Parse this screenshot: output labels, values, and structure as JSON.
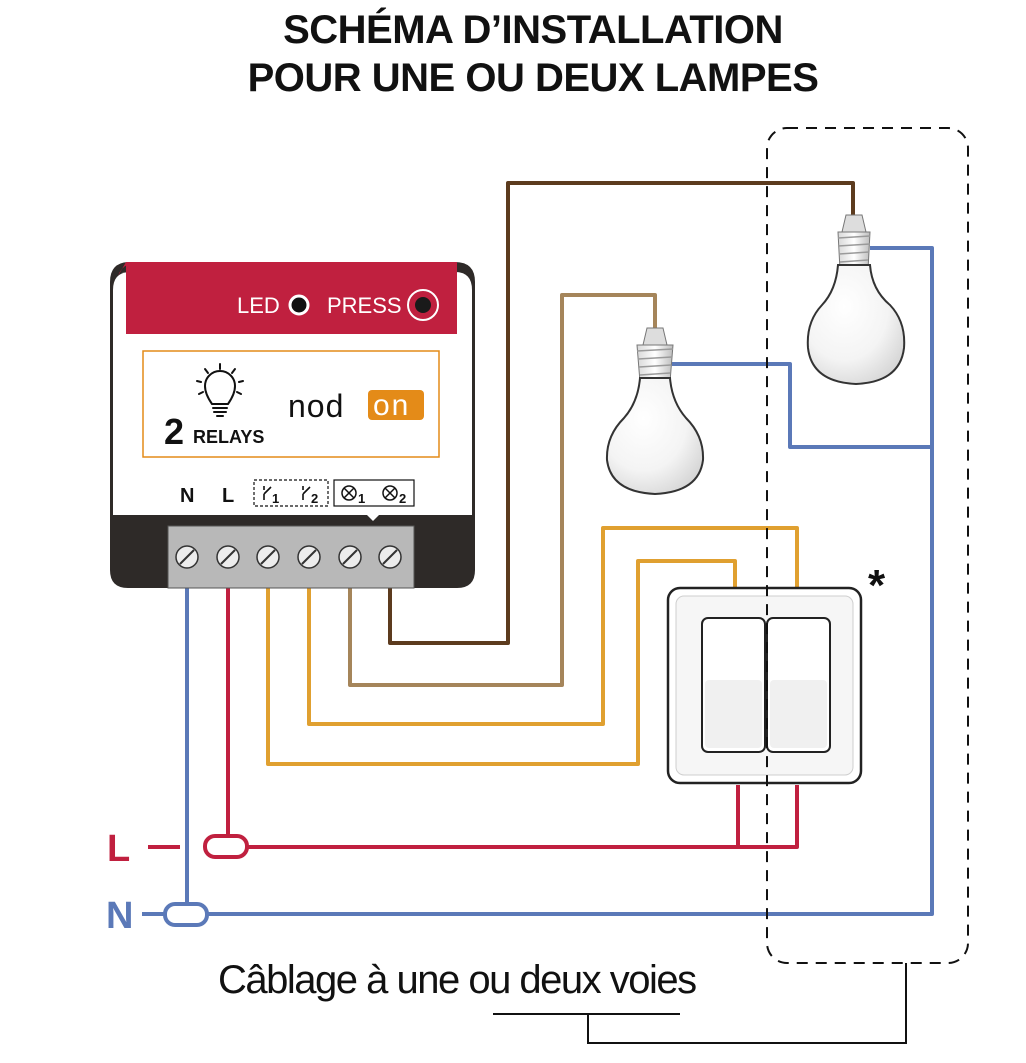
{
  "title": {
    "line1": "SCHÉMA D’INSTALLATION",
    "line2": "POUR UNE OU DEUX LAMPES"
  },
  "module": {
    "led_label": "LED",
    "press_label": "PRESS",
    "brand_prefix": "nod",
    "brand_on": "on",
    "relays_number": "2",
    "relays_label": "RELAYS",
    "terminal_labels": [
      "N",
      "L",
      "1",
      "2",
      "1",
      "2"
    ]
  },
  "supply": {
    "live_label": "L",
    "neutral_label": "N"
  },
  "switch_note": "*",
  "caption": "Câblage à une ou deux voies",
  "colors": {
    "module_red": "#c0203f",
    "module_dark": "#2e2a28",
    "brand_orange": "#e48b18",
    "live_wire": "#c0203f",
    "neutral_wire": "#5b79b8",
    "switch_wire": "#e0a030",
    "lamp1_wire": "#5c3b1e",
    "lamp2_wire": "#a5855a"
  }
}
